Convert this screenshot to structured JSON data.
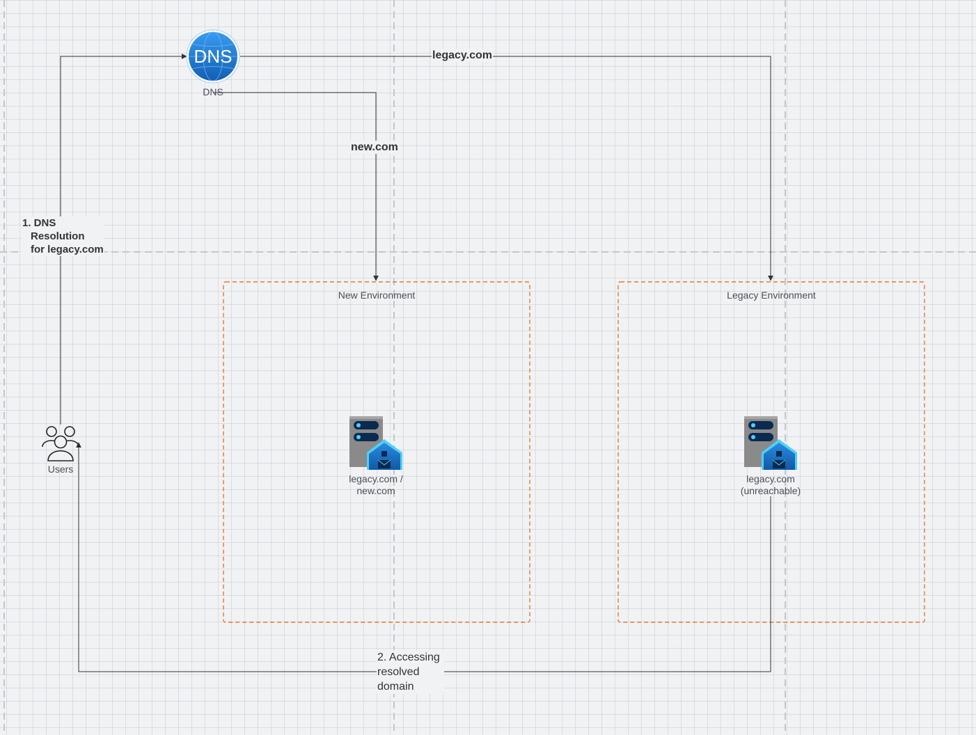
{
  "nodes": {
    "dns": {
      "label": "DNS",
      "icon_text": "DNS",
      "icon": "globe-dns-icon"
    },
    "users": {
      "label": "Users",
      "icon": "users-icon"
    },
    "new_server": {
      "label_line1": "legacy.com /",
      "label_line2": "new.com",
      "icon": "web-server-icon"
    },
    "legacy_server": {
      "label_line1": "legacy.com",
      "label_line2": "(unreachable)",
      "icon": "web-server-icon"
    }
  },
  "groups": {
    "new_env": {
      "title": "New Environment"
    },
    "legacy_env": {
      "title": "Legacy Environment"
    }
  },
  "edges": {
    "dns_resolution": {
      "line1": "1. DNS",
      "line2": "Resolution",
      "line3": "for legacy.com"
    },
    "legacy": {
      "label": "legacy.com"
    },
    "new": {
      "label": "new.com"
    },
    "access": {
      "line1": "2. Accessing",
      "line2": "resolved",
      "line3": "domain"
    }
  },
  "colors": {
    "canvas_bg": "#f1f2f4",
    "group_border": "#e07a2f",
    "connector": "#333333",
    "dns_globe": "#1e78d4",
    "server_body": "#8a8a8a",
    "server_accent": "#1a74c6"
  }
}
